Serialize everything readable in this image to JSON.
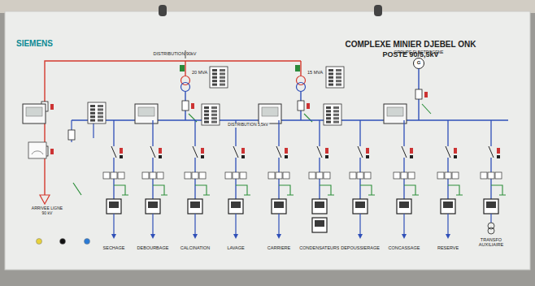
{
  "diagram": {
    "title": "COMPLEXE MINIER DJEBEL ONK",
    "labels": [
      "SIEMENS",
      "POSTE 90/5,5kV",
      "DISTRIBUTION 90kV",
      "20 MVA",
      "15 MVA",
      "GROUPE ELECTROGENE",
      "DISTRIBUTION 5,5kV",
      "ARRIVEE LIGNE 90 kV",
      "SECHAGE",
      "DEBOURBAGE",
      "CALCINATION",
      "LAVAGE",
      "CARRIERE",
      "CONDENSATEURS",
      "DEPOUSSIERAGE",
      "CONCASSAGE",
      "RESERVE",
      "TRANSFO AUXILIAIRE",
      "G"
    ]
  }
}
